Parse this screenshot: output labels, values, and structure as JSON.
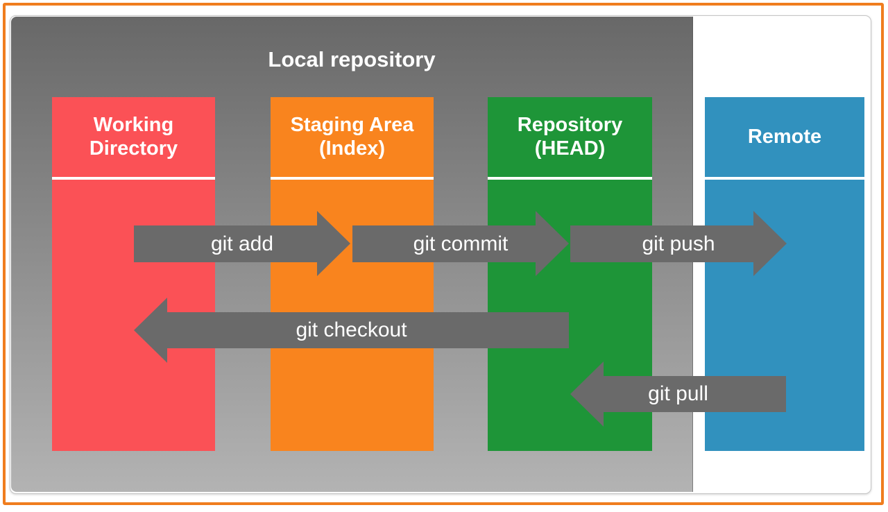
{
  "diagram": {
    "title": "Local repository",
    "columns": [
      {
        "id": "working-directory",
        "lines": [
          "Working",
          "Directory"
        ],
        "color": "#FB5156"
      },
      {
        "id": "staging-area",
        "lines": [
          "Staging Area",
          "(Index)"
        ],
        "color": "#F9841E"
      },
      {
        "id": "repository-head",
        "lines": [
          "Repository",
          "(HEAD)"
        ],
        "color": "#1E9538"
      },
      {
        "id": "remote",
        "lines": [
          "Remote"
        ],
        "color": "#3191BE"
      }
    ],
    "arrows": [
      {
        "id": "git-add",
        "label": "git add",
        "direction": "right"
      },
      {
        "id": "git-commit",
        "label": "git commit",
        "direction": "right"
      },
      {
        "id": "git-push",
        "label": "git push",
        "direction": "right"
      },
      {
        "id": "git-checkout",
        "label": "git checkout",
        "direction": "left"
      },
      {
        "id": "git-pull",
        "label": "git pull",
        "direction": "left"
      }
    ],
    "colors": {
      "frame_border": "#F07D1E",
      "card_border": "#C6C6C6",
      "panel_top": "#686868",
      "panel_bottom": "#B3B3B3",
      "arrow": "#6A6A6A",
      "label_text": "#FFFFFF"
    }
  }
}
